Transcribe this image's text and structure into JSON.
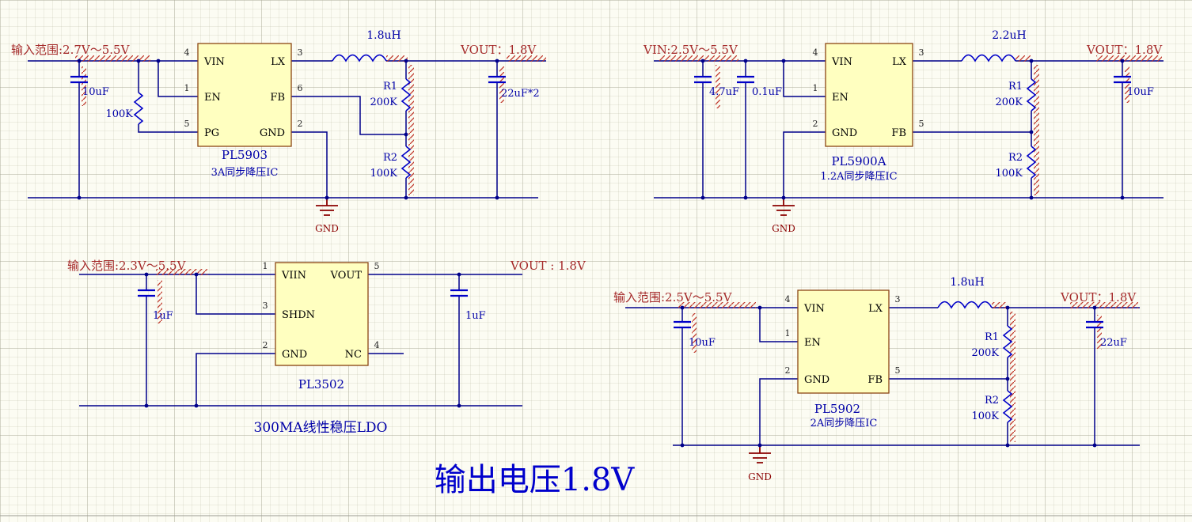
{
  "title": "输出电压1.8V",
  "colors": {
    "wire_blue": "#00008B",
    "component_blue": "#0000C8",
    "value_blue": "#0000A8",
    "net_label_red": "#A52A2A",
    "gnd_red": "#8B0000",
    "ic_fill_yellow": "#FFFFC0",
    "ic_border_brown": "#8B4513",
    "title_blue": "#0000CC",
    "error_hatch_red": "#C0392B"
  },
  "c1": {
    "input_label": "输入范围:2.7V～5.5V",
    "cin_val": "10uF",
    "pullup_val": "100K",
    "num_vin": "4",
    "num_en": "1",
    "num_pg": "5",
    "num_lx": "3",
    "num_fb": "6",
    "num_gnd": "2",
    "pin_vin": "VIN",
    "pin_en": "EN",
    "pin_pg": "PG",
    "pin_lx": "LX",
    "pin_fb": "FB",
    "pin_gnd": "GND",
    "ic_name": "PL5903",
    "ic_desc": "3A同步降压IC",
    "inductor_val": "1.8uH",
    "vout_label": "VOUT：1.8V",
    "r1_ref": "R1",
    "r1_val": "200K",
    "r2_ref": "R2",
    "r2_val": "100K",
    "cout_val": "22uF*2",
    "gnd_label": "GND"
  },
  "c2": {
    "input_label": "VIN:2.5V～5.5V",
    "cin1_val": "4.7uF",
    "cin2_val": "0.1uF",
    "num_vin": "4",
    "num_en": "1",
    "num_gnd": "2",
    "num_lx": "3",
    "num_fb": "5",
    "pin_vin": "VIN",
    "pin_en": "EN",
    "pin_gnd": "GND",
    "pin_lx": "LX",
    "pin_fb": "FB",
    "ic_name": "PL5900A",
    "ic_desc": "1.2A同步降压IC",
    "inductor_val": "2.2uH",
    "vout_label": "VOUT：1.8V",
    "r1_ref": "R1",
    "r1_val": "200K",
    "r2_ref": "R2",
    "r2_val": "100K",
    "cout_val": "10uF",
    "gnd_label": "GND"
  },
  "c3": {
    "input_label": "输入范围:2.3V～5.5V",
    "cin_val": "1uF",
    "num_viin": "1",
    "num_shdn": "3",
    "num_gnd": "2",
    "num_vout": "5",
    "num_nc": "4",
    "pin_viin": "VIIN",
    "pin_shdn": "SHDN",
    "pin_gnd": "GND",
    "pin_vout": "VOUT",
    "pin_nc": "NC",
    "ic_name": "PL3502",
    "ic_desc": "300MA线性稳压LDO",
    "vout_label": "VOUT : 1.8V",
    "cout_val": "1uF"
  },
  "c4": {
    "input_label": "输入范围:2.5V～5.5V",
    "cin_val": "10uF",
    "num_vin": "4",
    "num_en": "1",
    "num_gnd": "2",
    "num_lx": "3",
    "num_fb": "5",
    "pin_vin": "VIN",
    "pin_en": "EN",
    "pin_gnd": "GND",
    "pin_lx": "LX",
    "pin_fb": "FB",
    "ic_name": "PL5902",
    "ic_desc": "2A同步降压IC",
    "inductor_val": "1.8uH",
    "vout_label": "VOUT：1.8V",
    "r1_ref": "R1",
    "r1_val": "200K",
    "r2_ref": "R2",
    "r2_val": "100K",
    "cout_val": "22uF",
    "gnd_label": "GND"
  }
}
